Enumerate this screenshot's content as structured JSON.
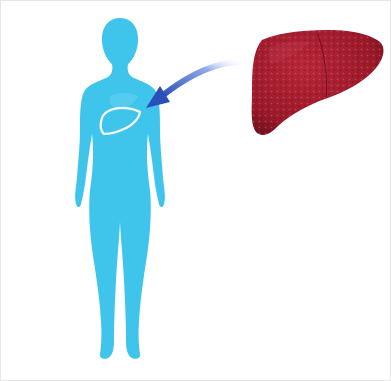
{
  "illustration": {
    "colors": {
      "body": "#3fc4ec",
      "body_highlight": "#7ad9f5",
      "liver_outline": "#ffffff",
      "liver": "#a31c2c",
      "liver_dark": "#6e0f1b",
      "liver_texture": "#c8485a",
      "arrow": "#2a4fb8",
      "arrow_light": "#8fa9e8",
      "background": "#ffffff"
    },
    "icons": [
      "human-body-silhouette",
      "liver-outline",
      "liver-organ",
      "pointer-arrow"
    ]
  }
}
